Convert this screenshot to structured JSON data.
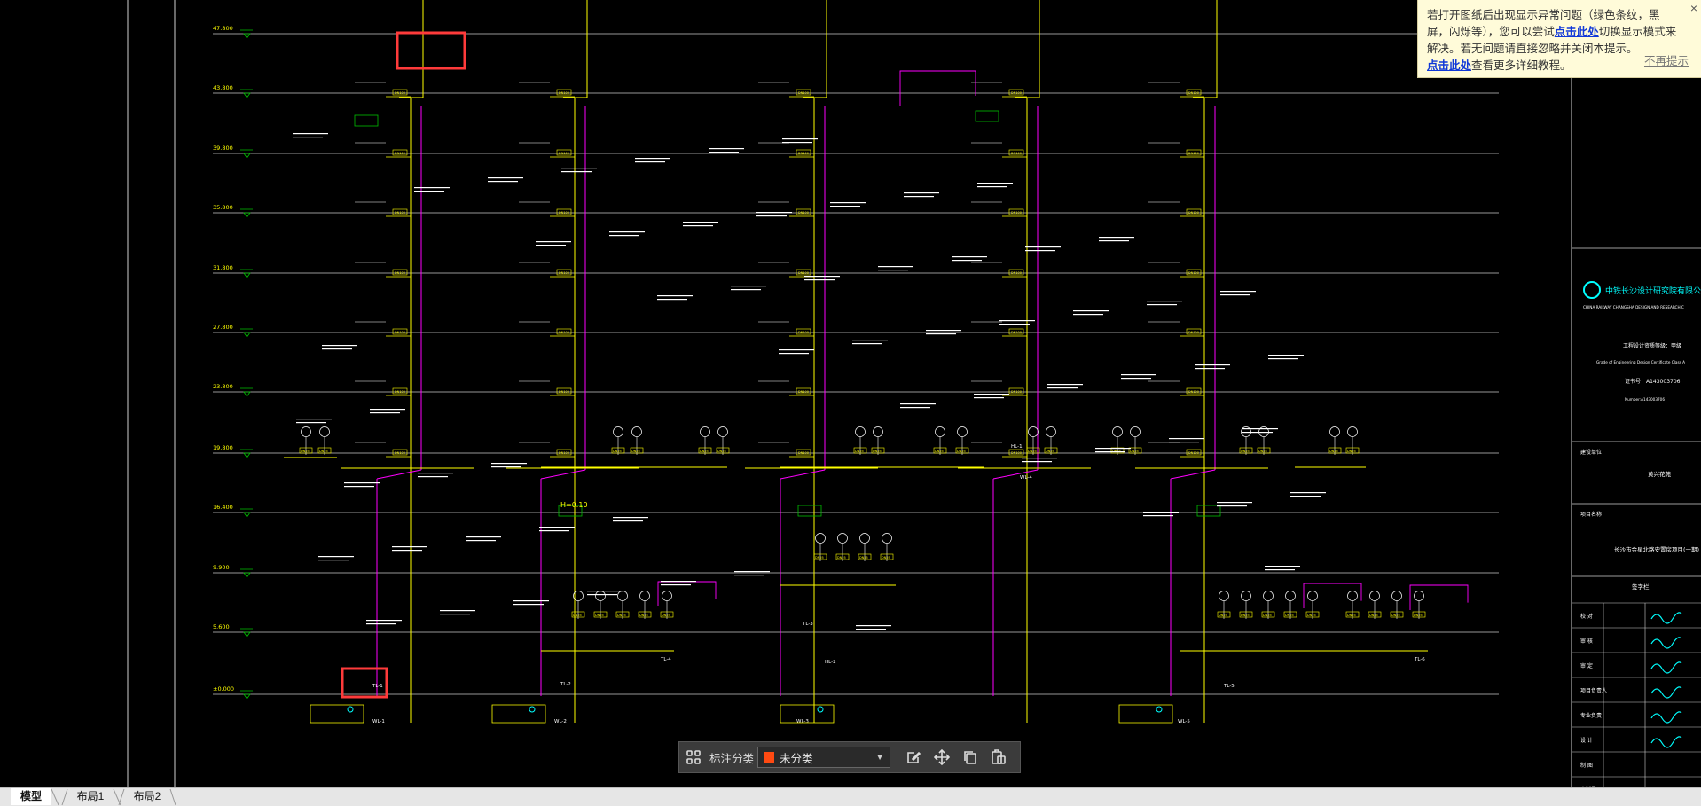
{
  "window": {
    "title": "CAD drawing viewer"
  },
  "drawing": {
    "elevations": [
      "47.800",
      "43.800",
      "39.800",
      "35.800",
      "31.800",
      "27.800",
      "23.800",
      "19.800",
      "16.400",
      "9.900",
      "5.600",
      "±0.000"
    ],
    "pipe_sizes": {
      "a": "DN100",
      "b": "DN150",
      "c": "DN65",
      "d": "DN50",
      "e": "DN25"
    },
    "riser_labels": [
      "WL-1",
      "WL-2",
      "WL-3",
      "WL-4",
      "WL-5",
      "TL-1",
      "TL-2",
      "TL-3",
      "TL-4",
      "TL-5",
      "TL-6",
      "HL-1",
      "HL-2"
    ],
    "fixture_note": "H=0.10"
  },
  "title_block": {
    "company_cn": "中铁长沙设计研究院有限公司",
    "company_en": "CHINA RAILWAY CHANGSHA DESIGN AND RESEARCH C",
    "cert_cn": "工程设计资质等级：甲级",
    "cert_en": "Grade of Engineering Design Certificate Class A",
    "cert_no": "证书号：A143003706",
    "cert_no_en": "Number:A143003706",
    "owner_label": "建设单位",
    "owner_value": "黄兴花苑",
    "project_label": "项目名称",
    "project_value": "长沙市金星北路安置房项目(一期)",
    "sign_header": "签字栏",
    "rows": [
      {
        "role": "校 对",
        "name": ""
      },
      {
        "role": "审 核",
        "name": ""
      },
      {
        "role": "审 定",
        "name": ""
      },
      {
        "role": "项目负责人",
        "name": ""
      },
      {
        "role": "专业负责",
        "name": ""
      },
      {
        "role": "设 计",
        "name": ""
      },
      {
        "role": "制 图",
        "name": ""
      },
      {
        "role": "出版号",
        "name": ""
      }
    ]
  },
  "notice": {
    "text1": "若打开图纸后出现显示异常问题（绿色条纹，黑屏，闪烁等），您可以尝试",
    "link1": "点击此处",
    "text2": "切换显示模式来解决。若无问题请直接忽略并关闭本提示。",
    "link2": "点击此处",
    "text3": "查看更多详细教程。",
    "dismiss": "不再提示",
    "close": "×"
  },
  "toolbar": {
    "category_label": "标注分类",
    "category_value": "未分类",
    "swatch_color": "#ff4a12"
  },
  "tabs": [
    {
      "label": "模型",
      "active": true
    },
    {
      "label": "布局1",
      "active": false
    },
    {
      "label": "布局2",
      "active": false
    }
  ],
  "colors": {
    "pipe_yellow": "#ffff00",
    "pipe_magenta": "#ff00ff",
    "ground_green": "#00c000",
    "cyan": "#00ffff",
    "highlight": "#ff3b3b",
    "grid_line": "#c8c8c8"
  }
}
